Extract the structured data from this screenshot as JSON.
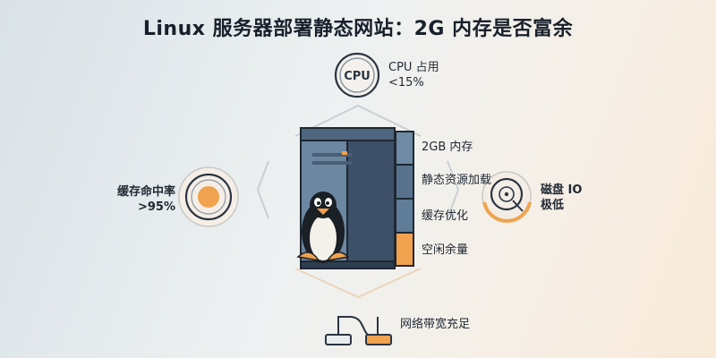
{
  "title": "Linux 服务器部署静态网站：2G 内存是否富余",
  "cpu": {
    "icon_text": "CPU",
    "label": "CPU 占用",
    "value": "<15%"
  },
  "memory_bar": {
    "segments": [
      "2GB 内存",
      "静态资源加载",
      "缓存优化",
      "空闲余量"
    ]
  },
  "cache": {
    "label": "缓存命中率",
    "value": ">95%"
  },
  "disk": {
    "label": "磁盘 IO",
    "value": "极低"
  },
  "network": {
    "label": "网络带宽充足"
  },
  "colors": {
    "server_blue": "#5f7c98",
    "server_dark": "#3e5068",
    "accent_orange": "#f0a24e",
    "outline": "#2b3542"
  },
  "icons": [
    "cpu-icon",
    "server-icon",
    "linux-penguin-icon",
    "cache-gauge-icon",
    "disk-icon",
    "network-icon"
  ]
}
